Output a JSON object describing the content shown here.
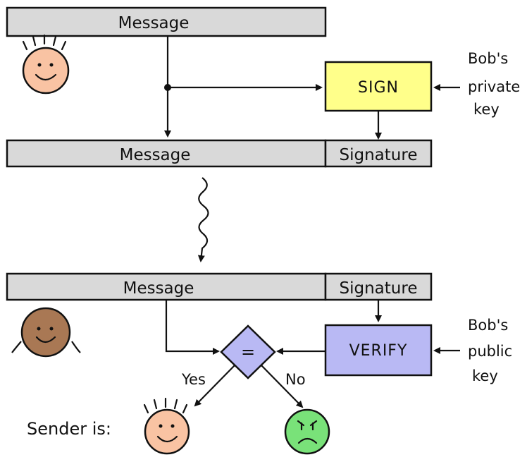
{
  "top_bar": {
    "label": "Message"
  },
  "sign_box": {
    "label": "SIGN",
    "fill": "#ffff8a"
  },
  "private_key": {
    "line1": "Bob's",
    "line2": "private",
    "line3": "key"
  },
  "signed_bar": {
    "message_label": "Message",
    "signature_label": "Signature"
  },
  "received_bar": {
    "message_label": "Message",
    "signature_label": "Signature"
  },
  "verify_box": {
    "label": "VERIFY",
    "fill": "#b9b9f4"
  },
  "public_key": {
    "line1": "Bob's",
    "line2": "public",
    "line3": "key"
  },
  "compare": {
    "symbol": "=",
    "fill": "#b9b9f4"
  },
  "branches": {
    "yes": "Yes",
    "no": "No"
  },
  "sender_is": {
    "label": "Sender is:"
  },
  "colors": {
    "bar_fill": "#d9d9d9",
    "happy_face": "#f9c3a3",
    "receiver_face": "#a97854",
    "angry_face": "#79e279",
    "ink": "#111111"
  }
}
